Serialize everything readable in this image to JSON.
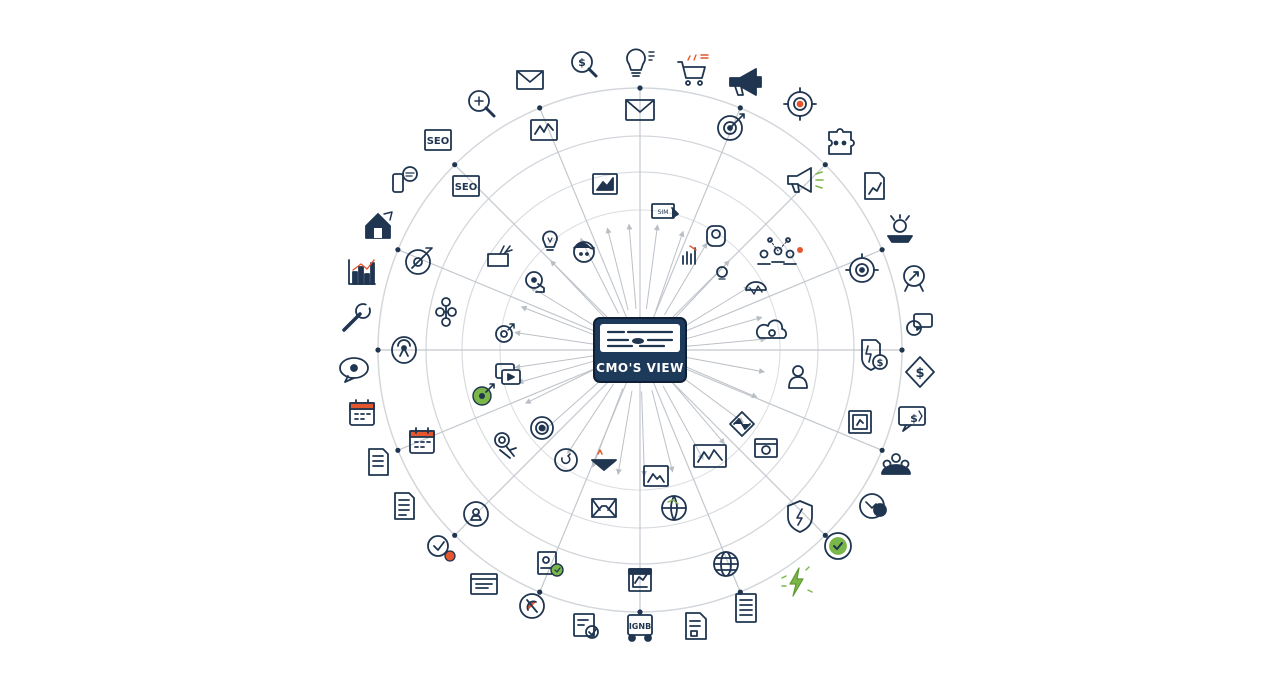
{
  "hub": {
    "title": "CMO'S VIEW"
  },
  "colors": {
    "navy": "#1f3550",
    "ring": "#cfd3d8",
    "spoke": "#b9bec4",
    "accent_green": "#7ab648",
    "accent_orange": "#e4572e",
    "hub_bg": "#1e3a5a"
  },
  "labels": {
    "seo_outer": "SEO",
    "seo_inner": "SEO",
    "sim": "SIM",
    "tag": "IGNB"
  },
  "icons": {
    "outer": [
      "email-icon",
      "magnifier-dollar-icon",
      "lightbulb-icon",
      "shopping-cart-icon",
      "megaphone-icon",
      "target-icon",
      "puzzle-icon",
      "document-chart-icon",
      "award-icon",
      "strategy-target-icon",
      "rocket-badge-icon",
      "chat-bubbles-icon",
      "diamond-dollar-icon",
      "dollar-chat-icon",
      "team-meeting-icon",
      "network-icon",
      "clock-check-icon",
      "lightning-icon",
      "document-icon",
      "document-chart-icon",
      "document-gear-icon",
      "network-group-icon",
      "card-icon",
      "analytics-magnifier-icon",
      "checklist-icon",
      "calendar-icon",
      "document-icon",
      "calendar-icon",
      "chat-icon",
      "wrench-icon",
      "bar-chart-icon",
      "house-chart-icon",
      "phone-chat-icon",
      "seo-icon",
      "magnifier-icon"
    ],
    "middle": [
      "email-icon",
      "target-icon",
      "megaphone-icon",
      "shield-dollar-icon",
      "chart-frame-icon",
      "globe-icon",
      "shield-icon",
      "hand-icon",
      "chat-graph-icon",
      "gear-node-icon",
      "lightning-icon",
      "seo-icon",
      "line-chart-icon"
    ],
    "inner": [
      "lightbulb-icon",
      "image-icon",
      "idea-people-icon",
      "chat-sim-icon",
      "graph-icon",
      "cloud-icon",
      "person-icon",
      "wave-icon",
      "video-icon",
      "line-chart-icon",
      "image-icon",
      "mail-icon",
      "globe-icon",
      "triangle-fire-icon",
      "circle-arrow-icon",
      "target-icon",
      "target-gear-icon",
      "video-chat-icon",
      "gear-target-icon",
      "robot-icon",
      "hand-icon",
      "palette-icon",
      "box-icon"
    ]
  }
}
